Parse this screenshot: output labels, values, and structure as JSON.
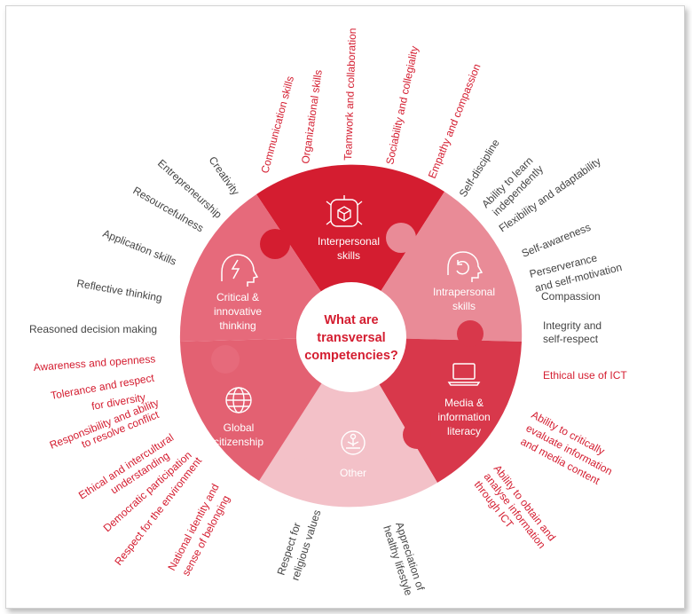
{
  "colors": {
    "red": "#d41d30",
    "dark": "#444444",
    "interpersonal": "#d41d30",
    "intrapersonal": "#e98b97",
    "critical": "#e66a7b",
    "global": "#e36172",
    "media": "#d8384b",
    "other": "#f3c1c8"
  },
  "center": {
    "line1": "What are",
    "line2": "transversal",
    "line3": "competencies?"
  },
  "segments": {
    "interpersonal": {
      "line1": "Interpersonal",
      "line2": "skills",
      "icon": "cube-network-icon"
    },
    "intrapersonal": {
      "line1": "Intrapersonal",
      "line2": "skills",
      "icon": "head-refresh-icon"
    },
    "critical": {
      "line1": "Critical &",
      "line2": "innovative",
      "line3": "thinking",
      "icon": "head-lightning-icon"
    },
    "global": {
      "line1": "Global",
      "line2": "citizenship",
      "icon": "globe-icon"
    },
    "media": {
      "line1": "Media &",
      "line2": "information",
      "line3": "literacy",
      "icon": "laptop-icon"
    },
    "other": {
      "line1": "Other",
      "icon": "meditation-icon"
    }
  },
  "labels": {
    "communication": "Communication skills",
    "organizational": "Organizational skills",
    "teamwork": "Teamwork and collaboration",
    "sociability": "Sociability and collegiality",
    "empathy": "Empathy and compassion",
    "self_discipline": "Self-discipline",
    "learn_1": "Ability to learn",
    "learn_2": "independently",
    "flexibility": "Flexibility and adaptability",
    "self_awareness": "Self-awareness",
    "perseverance_1": "Perserverance",
    "perseverance_2": "and self-motivation",
    "compassion": "Compassion",
    "integrity_1": "Integrity and",
    "integrity_2": "self-respect",
    "ethical_ict": "Ethical use of ICT",
    "evaluate_1": "Ability to critically",
    "evaluate_2": "evaluate information",
    "evaluate_3": "and media content",
    "obtain_1": "Ability to obtain and",
    "obtain_2": "analyse information",
    "obtain_3": "through ICT",
    "healthy_1": "Appreciation of",
    "healthy_2": "healthy lifestyle",
    "religious_1": "Respect for",
    "religious_2": "religious values",
    "national_1": "National identity and",
    "national_2": "sense of belonging",
    "environment": "Respect for the environment",
    "democratic": "Democratic participation",
    "intercultural_1": "Ethical and intercultural",
    "intercultural_2": "understanding",
    "responsibility_1": "Responsibility and ability",
    "responsibility_2": "to resolve conflict",
    "tolerance_1": "Tolerance and respect",
    "tolerance_2": "for diversity",
    "awareness": "Awareness and openness",
    "reasoned": "Reasoned decision making",
    "reflective": "Reflective thinking",
    "application": "Application skills",
    "resourcefulness": "Resourcefulness",
    "entrepreneurship": "Entrepreneurship",
    "creativity": "Creativity"
  }
}
